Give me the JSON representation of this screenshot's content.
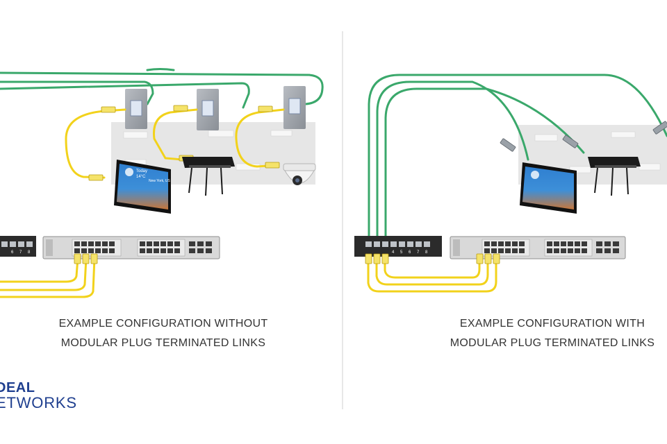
{
  "captions": {
    "left": {
      "line1": "EXAMPLE CONFIGURATION WITHOUT",
      "line2": "MODULAR PLUG TERMINATED LINKS"
    },
    "right": {
      "line1": "EXAMPLE CONFIGURATION WITH",
      "line2": "MODULAR PLUG TERMINATED LINKS"
    }
  },
  "logo": {
    "line1": "DEAL",
    "line2": "ETWORKS"
  },
  "display_screen": {
    "day": "Today",
    "temperature": "14°C",
    "city": "New York, US"
  },
  "patch_panel": {
    "left_port_numbers": [
      "6",
      "7",
      "8"
    ],
    "right_port_numbers": [
      "4",
      "5",
      "6",
      "7",
      "8"
    ]
  },
  "colors": {
    "green_cable": "#3aa86b",
    "yellow_cable": "#f2d21b",
    "logo_blue": "#1f3f8f",
    "ceiling": "#e6e6e6",
    "switch_body": "#d9d9d9"
  }
}
